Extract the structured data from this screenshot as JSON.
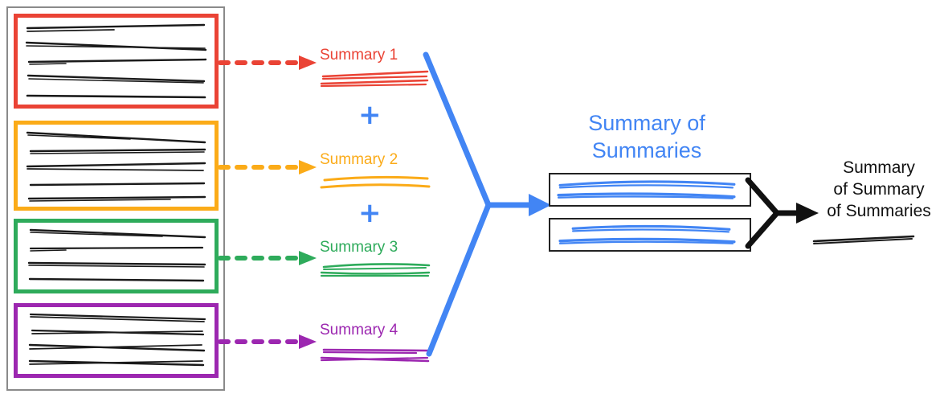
{
  "diagram": {
    "title_semantic": "hierarchical-summarization-pipeline",
    "colors": {
      "red": "#EA4335",
      "orange": "#FBAB18",
      "green": "#2EAB5B",
      "purple": "#9C27B0",
      "blue": "#4285F4",
      "black": "#111111",
      "container_border": "#8a8a8a"
    }
  },
  "source_documents": {
    "groups": [
      {
        "id": "group-1",
        "color": "#EA4335",
        "line_count": 5
      },
      {
        "id": "group-2",
        "color": "#FBAB18",
        "line_count": 5
      },
      {
        "id": "group-3",
        "color": "#2EAB5B",
        "line_count": 4
      },
      {
        "id": "group-4",
        "color": "#9C27B0",
        "line_count": 4
      }
    ]
  },
  "summaries": [
    {
      "label": "Summary 1",
      "color": "#EA4335",
      "arrow": "dashed-arrow-right-icon"
    },
    {
      "label": "Summary 2",
      "color": "#FBAB18",
      "arrow": "dashed-arrow-right-icon"
    },
    {
      "label": "Summary 3",
      "color": "#2EAB5B",
      "arrow": "dashed-arrow-right-icon"
    },
    {
      "label": "Summary 4",
      "color": "#9C27B0",
      "arrow": "dashed-arrow-right-icon"
    }
  ],
  "operators": {
    "plus_1": "+",
    "plus_2": "+",
    "plus_3": "+"
  },
  "summary_of_summaries": {
    "title_line_1": "Summary of",
    "title_line_2": "Summaries",
    "color": "#4285F4",
    "box_count": 2
  },
  "final_output": {
    "title_line_1": "Summary",
    "title_line_2": "of Summary",
    "title_line_3": "of Summaries",
    "color": "#111111"
  }
}
